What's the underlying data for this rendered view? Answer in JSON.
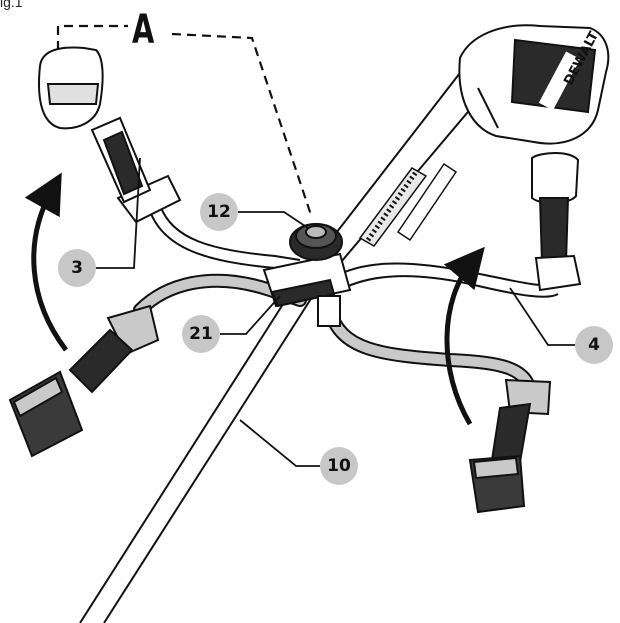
{
  "figure_label": "ig.1",
  "view_letter": "A",
  "brand_mark": "DEWALT",
  "callouts": [
    {
      "id": "c3",
      "text": "3"
    },
    {
      "id": "c4",
      "text": "4"
    },
    {
      "id": "c10",
      "text": "10"
    },
    {
      "id": "c12",
      "text": "12"
    },
    {
      "id": "c21",
      "text": "21"
    }
  ],
  "colors": {
    "outline": "#111111",
    "shaded_part": "#c9c9c9",
    "callout_fill": "#c7c7c7"
  }
}
